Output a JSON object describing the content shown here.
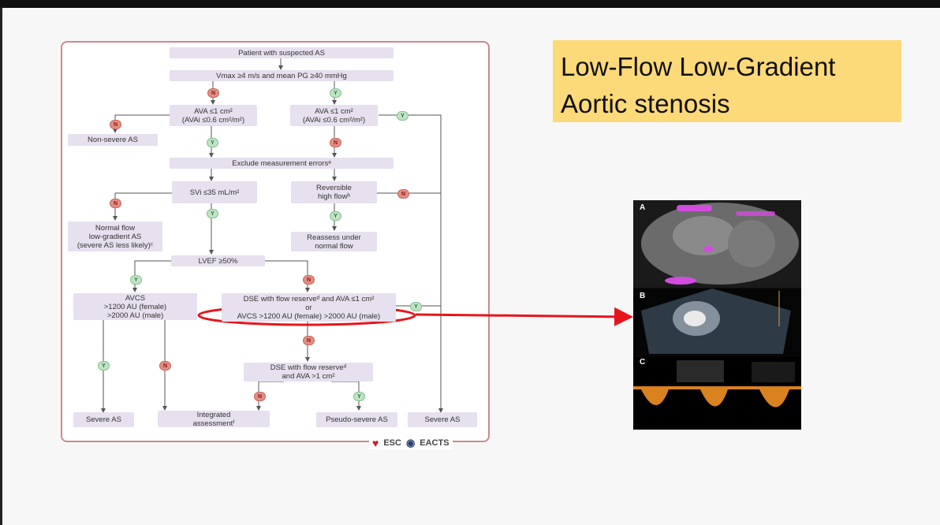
{
  "slide": {
    "title_lines": [
      "Low-Flow Low-Gradient",
      "Aortic stenosis"
    ]
  },
  "flowchart": {
    "nodes": {
      "suspected": "Patient with suspected AS",
      "vmax": "Vmax ≥4 m/s and mean PG ≥40 mmHg",
      "ava_left": "AVA ≤1 cm²\n(AVAi ≤0.6 cm²/m²)",
      "ava_right": "AVA ≤1 cm²\n(AVAi ≤0.6 cm²/m²)",
      "nonsevere": "Non-severe AS",
      "exclude": "Exclude measurement errorsᵃ",
      "svi": "SVi ≤35 mL/m²",
      "reversible": "Reversible\nhigh flowᵇ",
      "normal_flow": "Normal flow\nlow-gradient AS\n(severe AS less likely)ᶜ",
      "reassess": "Reassess under\nnormal flow",
      "lvef": "LVEF ≥50%",
      "avcs": "AVCS\n>1200 AU (female)\n>2000 AU (male)",
      "dse1": "DSE with flow reserveᵈ and AVA ≤1 cm²\nor\nAVCS >1200 AU (female) >2000 AU (male)",
      "dse2": "DSE with flow reserveᵈ\nand AVA >1 cm²",
      "severe1": "Severe AS",
      "integrated": "Integrated\nassessmentᶠ",
      "pseudo": "Pseudo-severe AS",
      "severe2": "Severe AS"
    },
    "badge_yes": "Y",
    "badge_no": "N",
    "logos": [
      "ESC",
      "EACTS"
    ]
  },
  "figure": {
    "panel_labels": [
      "A",
      "B",
      "C"
    ]
  },
  "colors": {
    "node_fill": "#e6e0ef",
    "frame_border": "#c98b8f",
    "title_bg": "#fcd979",
    "annotation_red": "#e8141b",
    "doppler_orange": "#d9821f",
    "ct_magenta": "#d24ce0"
  }
}
